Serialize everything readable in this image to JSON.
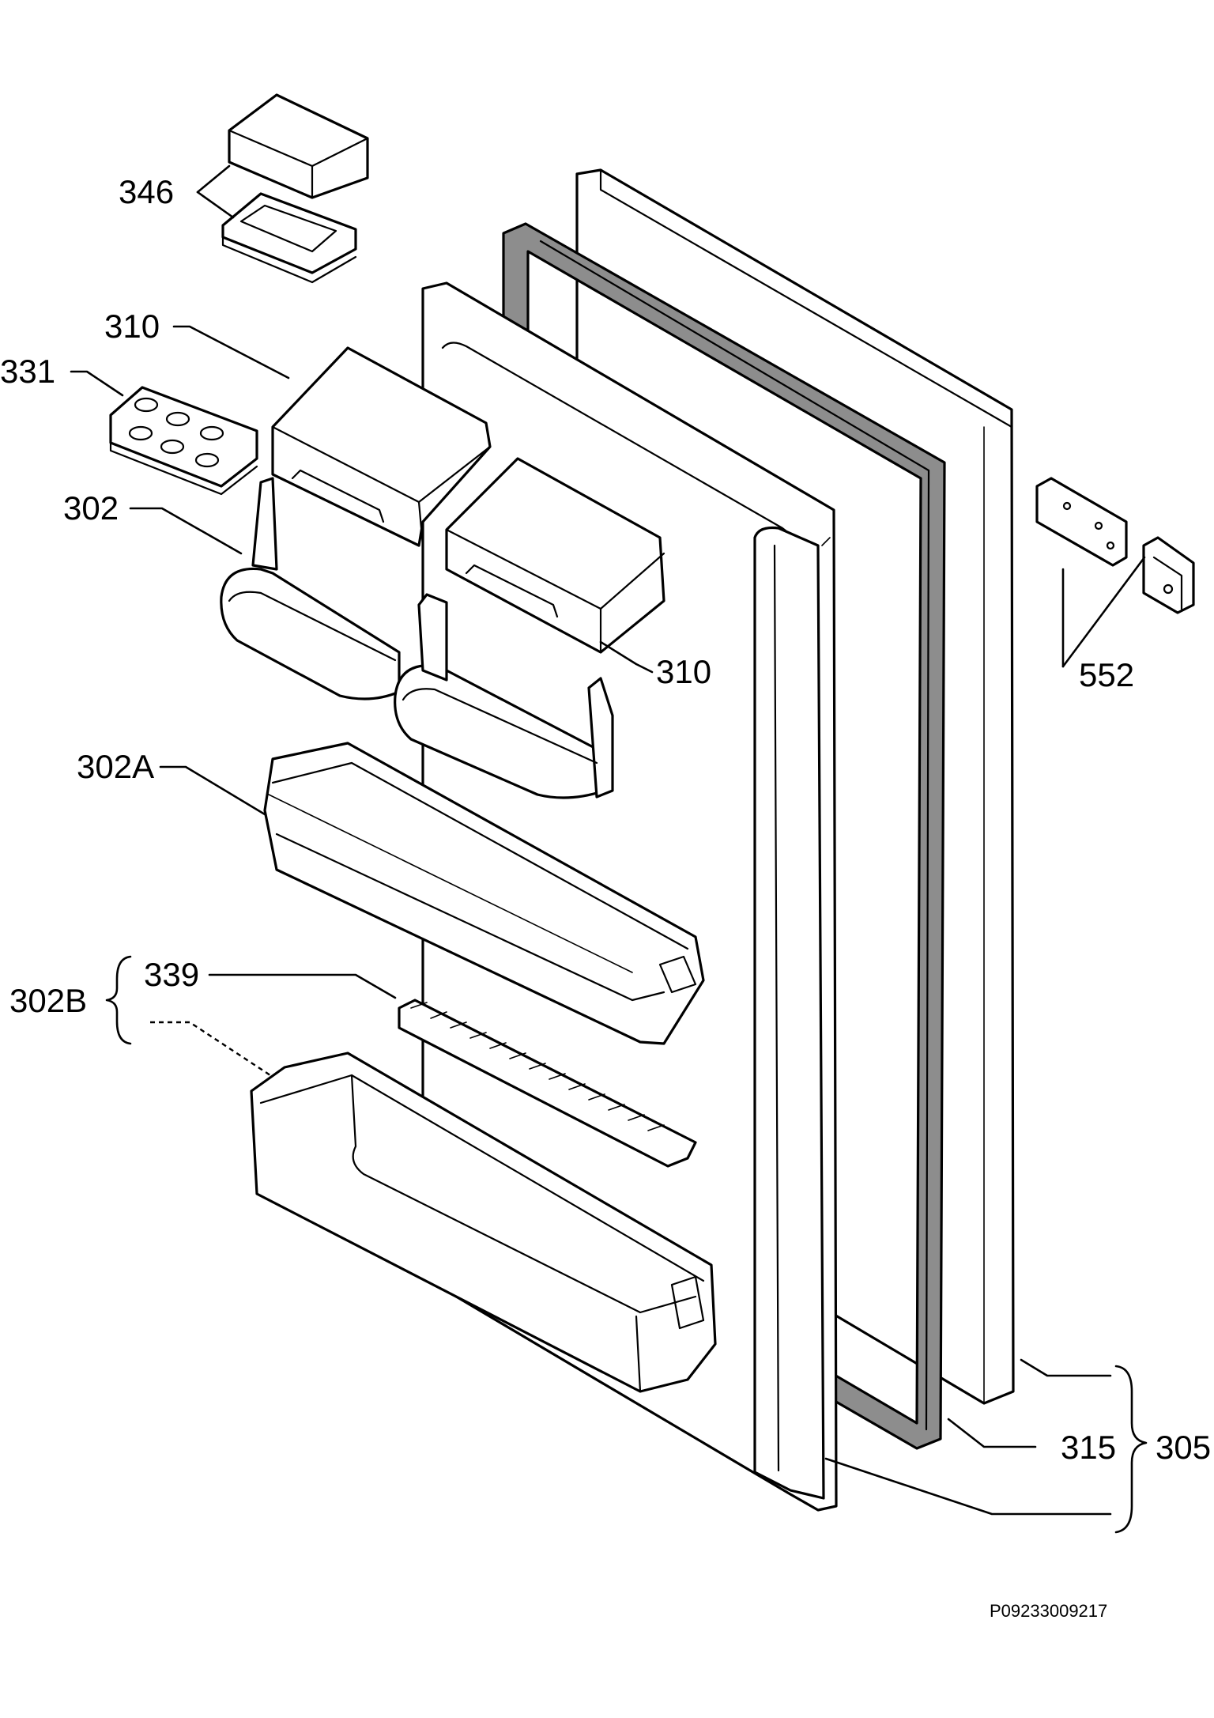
{
  "labels": {
    "l346": "346",
    "l310a": "310",
    "l331": "331",
    "l302": "302",
    "l310b": "310",
    "l552": "552",
    "l302a": "302A",
    "l302b": "302B",
    "l339": "339",
    "l315": "315",
    "l305": "305"
  },
  "drawing_code": "P09233009217"
}
